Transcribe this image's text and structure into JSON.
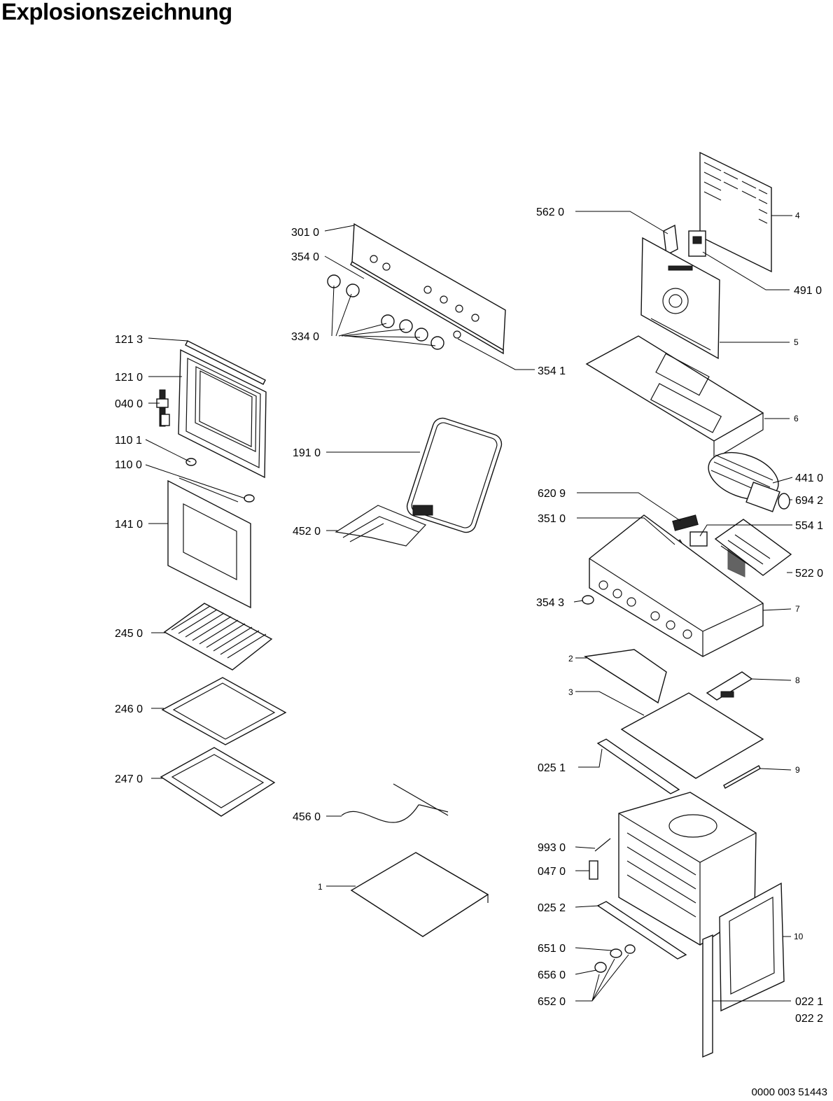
{
  "title": "Explosionszeichnung",
  "document_number": "0000 003 51443",
  "labels": {
    "p301_0": "301 0",
    "p354_0": "354 0",
    "p334_0": "334 0",
    "p354_1": "354 1",
    "p121_3": "121 3",
    "p121_0": "121 0",
    "p040_0": "040 0",
    "p110_1": "110 1",
    "p110_0": "110 0",
    "p141_0": "141 0",
    "p245_0": "245 0",
    "p246_0": "246 0",
    "p247_0": "247 0",
    "p191_0": "191 0",
    "p452_0": "452 0",
    "p456_0": "456 0",
    "p1": "1",
    "p562_0": "562 0",
    "p4": "4",
    "p491_0": "491 0",
    "p5": "5",
    "p6": "6",
    "p441_0": "441 0",
    "p694_2": "694 2",
    "p620_9": "620 9",
    "p351_0": "351 0",
    "p554_1": "554 1",
    "p522_0": "522 0",
    "p354_3": "354 3",
    "p7": "7",
    "p2": "2",
    "p8": "8",
    "p3": "3",
    "p025_1": "025 1",
    "p9": "9",
    "p993_0": "993 0",
    "p047_0": "047 0",
    "p025_2": "025 2",
    "p10": "10",
    "p651_0": "651 0",
    "p656_0": "656 0",
    "p652_0": "652 0",
    "p022_1": "022 1",
    "p022_2": "022 2"
  }
}
